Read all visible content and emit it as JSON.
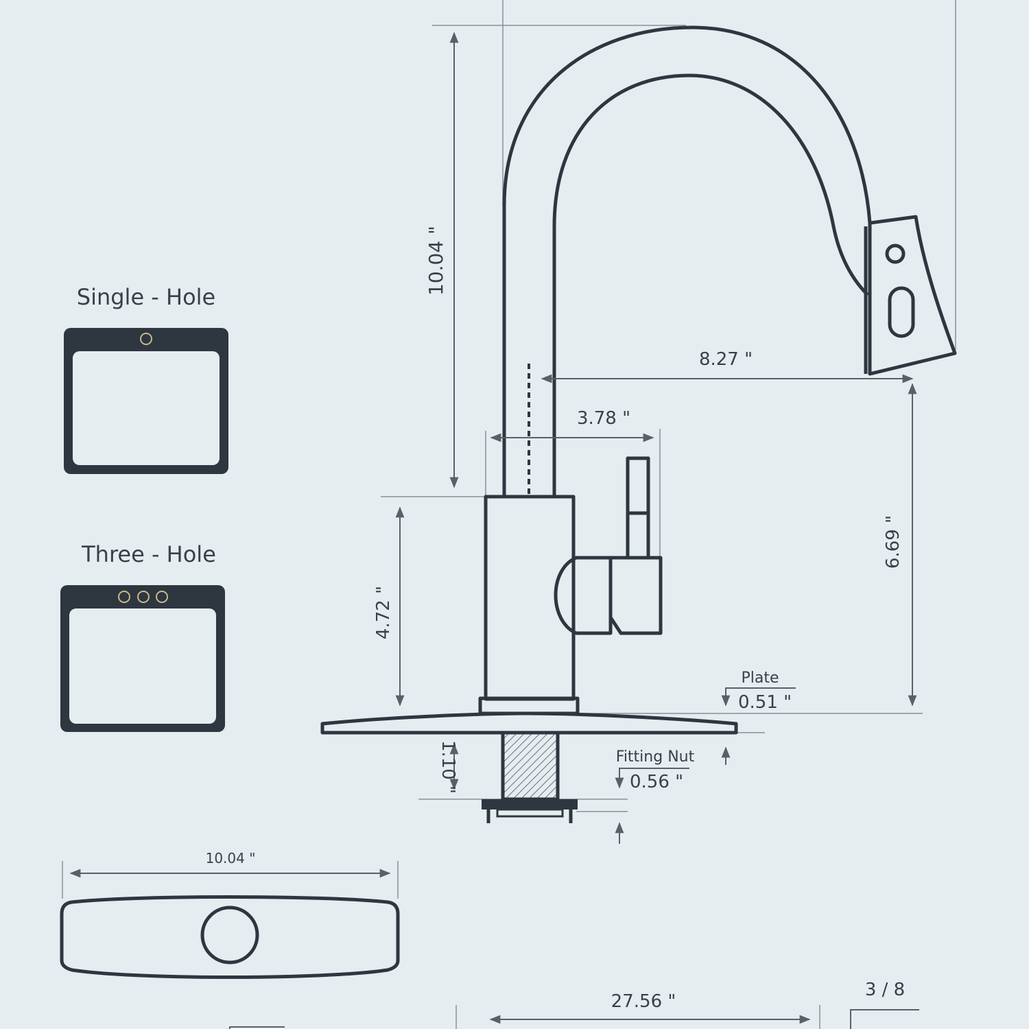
{
  "title": "Faucet dimension diagram",
  "colors": {
    "background": "#e6edf0",
    "line": "#2e3640",
    "hole": "#c9b98a"
  },
  "labels": {
    "single_hole": "Single - Hole",
    "three_hole": "Three - Hole",
    "height_total": "10.04 \"",
    "reach": "8.27 \"",
    "handle_offset": "3.78 \"",
    "body_height": "4.72 \"",
    "spout_clearance": "6.69 \"",
    "plate_label": "Plate",
    "plate_value": "0.51 \"",
    "shank": "1.10 \"",
    "fitting_nut_label": "Fitting Nut",
    "fitting_nut_value": "0.56 \"",
    "plate_width": "10.04 \"",
    "hose_length": "27.56 \"",
    "connector": "3 / 8"
  }
}
